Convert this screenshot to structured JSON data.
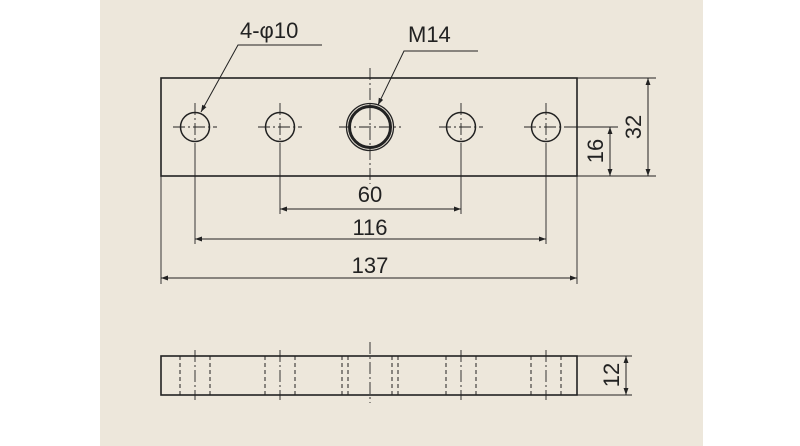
{
  "colors": {
    "background": "#ede7db",
    "line": "#222222",
    "page": "#ffffff"
  },
  "labels": {
    "holes": "4-φ10",
    "thread": "M14",
    "dim_60": "60",
    "dim_116": "116",
    "dim_137": "137",
    "dim_16": "16",
    "dim_32": "32",
    "dim_12": "12"
  }
}
